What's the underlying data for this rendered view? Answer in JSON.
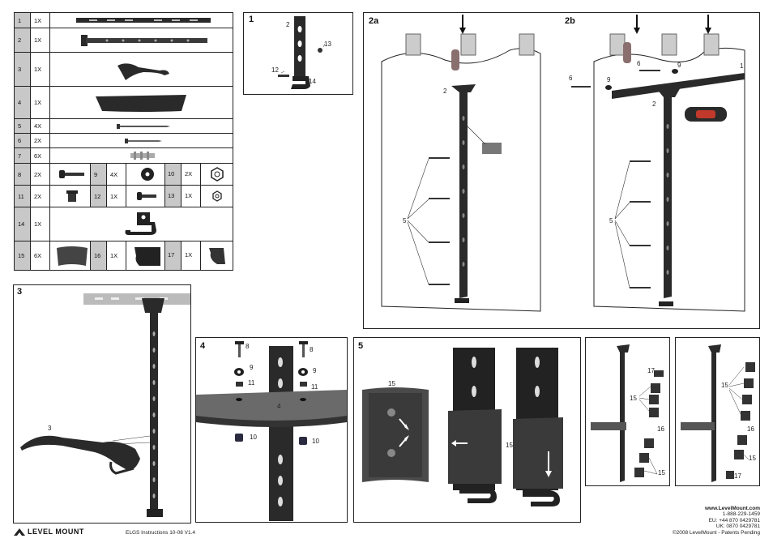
{
  "parts": [
    {
      "num": "1",
      "qty": "1X",
      "icon": "tv-mount-bar"
    },
    {
      "num": "2",
      "qty": "1X",
      "icon": "vertical-rail"
    },
    {
      "num": "3",
      "qty": "1X",
      "icon": "tilt-bracket"
    },
    {
      "num": "4",
      "qty": "1X",
      "icon": "shelf-plate"
    },
    {
      "num": "5",
      "qty": "4X",
      "icon": "lag-screw"
    },
    {
      "num": "6",
      "qty": "2X",
      "icon": "screw"
    },
    {
      "num": "7",
      "qty": "6X",
      "icon": "wall-anchor"
    }
  ],
  "parts_row8": [
    {
      "num": "8",
      "qty": "2X",
      "icon": "bolt"
    },
    {
      "num": "9",
      "qty": "4X",
      "icon": "washer"
    },
    {
      "num": "10",
      "qty": "2X",
      "icon": "nut"
    }
  ],
  "parts_row11": [
    {
      "num": "11",
      "qty": "2X",
      "icon": "spacer"
    },
    {
      "num": "12",
      "qty": "1X",
      "icon": "short-bolt"
    },
    {
      "num": "13",
      "qty": "1X",
      "icon": "small-nut"
    }
  ],
  "part14": {
    "num": "14",
    "qty": "1X",
    "icon": "hook-clip"
  },
  "parts_row15": [
    {
      "num": "15",
      "qty": "6X",
      "icon": "cover-large"
    },
    {
      "num": "16",
      "qty": "1X",
      "icon": "cover-medium"
    },
    {
      "num": "17",
      "qty": "1X",
      "icon": "cover-small"
    }
  ],
  "steps": {
    "s1": {
      "title": "1",
      "c2": "2",
      "c13": "13",
      "c12": "12",
      "c14": "14"
    },
    "s2a": {
      "title": "2a",
      "c2": "2",
      "c5": "5"
    },
    "s2b": {
      "title": "2b",
      "c6a": "6",
      "c9a": "9",
      "c6b": "6",
      "c9b": "9",
      "c1": "1",
      "c2": "2",
      "c5": "5"
    },
    "s3": {
      "title": "3",
      "c3": "3"
    },
    "s4": {
      "title": "4",
      "c8a": "8",
      "c9a": "9",
      "c11a": "11",
      "c10a": "10",
      "c8b": "8",
      "c9b": "9",
      "c11b": "11",
      "c10b": "10",
      "c4": "4"
    },
    "s5": {
      "title": "5",
      "c15a": "15",
      "c15b": "15"
    },
    "s6": {
      "c17": "17",
      "c15a": "15",
      "c16": "16",
      "c15b": "15"
    },
    "s7": {
      "c15a": "15",
      "c16": "16",
      "c15b": "15",
      "c17": "17"
    }
  },
  "footer": {
    "brand": "LEVEL MOUNT",
    "doc": "ELGS Instructions 10-08 V1.4",
    "site": "www.LevelMount.com",
    "phone": "1-888-229-1459",
    "eu": "EU: +44 870 0429781",
    "uk": "UK: 0870 0429781",
    "copy": "©2008 LevelMount - Patents Pending"
  }
}
